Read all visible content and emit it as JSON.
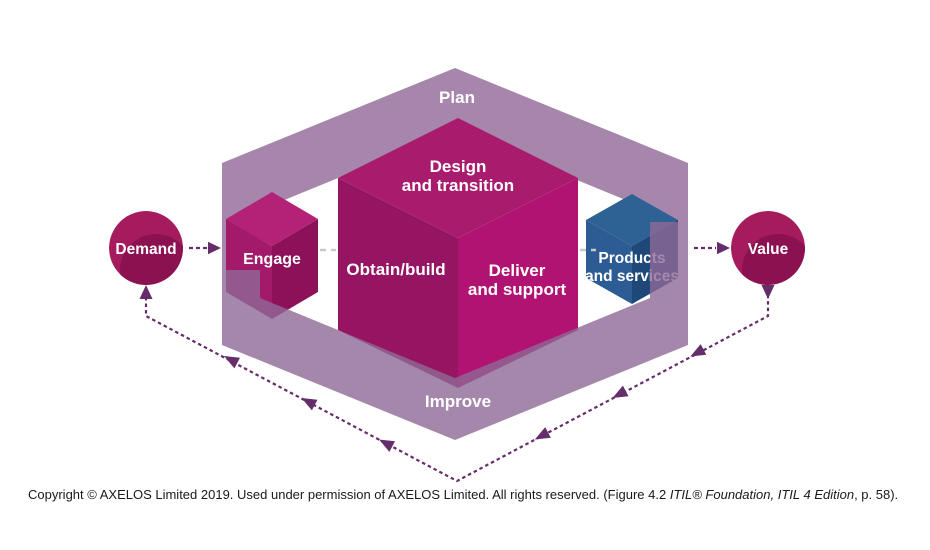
{
  "figure": {
    "plan_label": "Plan",
    "improve_label": "Improve",
    "demand_label": "Demand",
    "value_label": "Value",
    "engage_label": "Engage",
    "design_line1": "Design",
    "design_line2": "and transition",
    "obtain_label": "Obtain/build",
    "deliver_line1": "Deliver",
    "deliver_line2": "and support",
    "products_line1": "Products",
    "products_line2": "and services"
  },
  "colors": {
    "background": "#FFFFFF",
    "band": "#A786AC",
    "band_front": "rgba(144,105,151,0.8)",
    "central_cube_top": "#A91C6D",
    "central_cube_left": "#951562",
    "central_cube_right": "#B01371",
    "engage_cube_top": "#B32276",
    "engage_cube_front": "#A21A69",
    "engage_cube_right": "#8C1159",
    "products_cube_top": "#2E6295",
    "products_cube_front": "#2D5C94",
    "products_cube_right": "#1D4878",
    "node_circle": "#A51B5D",
    "node_circle_shade": "#8C1150",
    "arrow": "#662D6B",
    "connector": "#C9C9C9",
    "label_text": "#FFFFFF",
    "footer_text": "#1A1A1A"
  },
  "footer": {
    "text_start": "Copyright © AXELOS Limited 2019. Used under permission of AXELOS Limited. All rights reserved. (Figure 4.2 ",
    "text_italic": "ITIL® Foundation, ITIL 4 Edition",
    "text_end": ", p. 58)."
  }
}
